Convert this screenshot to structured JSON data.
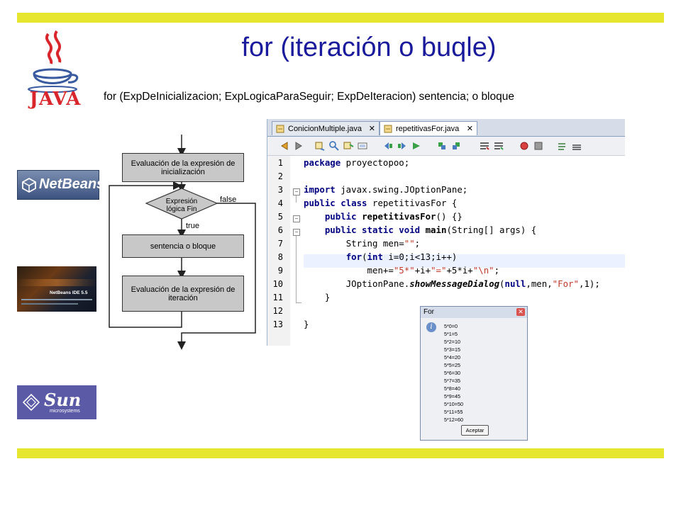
{
  "title": "for (iteración o buqle)",
  "syntax": "for (ExpDeInicializacion; ExpLogicaParaSeguir; ExpDeIteracion) sentencia; o bloque",
  "logos": {
    "java": "JAVA",
    "netbeans": "NetBeans",
    "netbeans_ide": "NetBeans IDE 5.5",
    "sun": "Sun",
    "sun_sub": "microsystems"
  },
  "flowchart": {
    "init": "Evaluación de la expresión de inicialización",
    "cond": "Expresión lógica Fin",
    "false_label": "false",
    "true_label": "true",
    "body": "sentencia o bloque",
    "iter": "Evaluación de la expresión de iteración"
  },
  "ide": {
    "tabs": [
      {
        "label": "ConicionMultiple.java",
        "close": "✕"
      },
      {
        "label": "repetitivasFor.java",
        "close": "✕"
      }
    ],
    "line_numbers": [
      "1",
      "2",
      "3",
      "4",
      "5",
      "6",
      "7",
      "8",
      "9",
      "10",
      "11",
      "12",
      "13"
    ],
    "code": {
      "l1_kw": "package",
      "l1_rest": " proyectopoo;",
      "l3_kw": "import",
      "l3_rest": " javax.swing.JOptionPane;",
      "l4_kw": "public class",
      "l4_rest": " repetitivasFor {",
      "l5_kw": "public",
      "l5_m": "repetitivasFor",
      "l5_rest": "() {}",
      "l6_kw": "public static void",
      "l6_m": "main",
      "l6_rest": "(String[] args) {",
      "l7_a": "String men=",
      "l7_s": "\"\"",
      "l7_b": ";",
      "l8_kw1": "for",
      "l8_a": "(",
      "l8_kw2": "int",
      "l8_b": " i=0;i<13;i++)",
      "l9_a": "men+=",
      "l9_s1": "\"5*\"",
      "l9_b": "+i+",
      "l9_s2": "\"=\"",
      "l9_c": "+5*i+",
      "l9_s3": "\"\\n\"",
      "l9_d": ";",
      "l10_a": "JOptionPane.",
      "l10_m": "showMessageDialog",
      "l10_b": "(",
      "l10_kw": "null",
      "l10_c": ",men,",
      "l10_s": "\"For\"",
      "l10_d": ",1);",
      "l11": "}",
      "l13": "}"
    }
  },
  "dialog": {
    "title": "For",
    "close": "✕",
    "info": "i",
    "lines": [
      "5*0=0",
      "5*1=5",
      "5*2=10",
      "5*3=15",
      "5*4=20",
      "5*5=25",
      "5*6=30",
      "5*7=35",
      "5*8=40",
      "5*9=45",
      "5*10=50",
      "5*11=55",
      "5*12=60"
    ],
    "button": "Aceptar"
  },
  "colors": {
    "band": "#e6e62e",
    "title": "#1a1a9c",
    "keyword": "#000080",
    "string": "#c0392b"
  }
}
